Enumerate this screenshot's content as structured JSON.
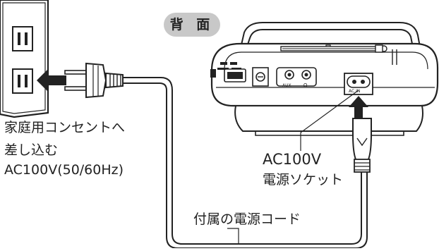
{
  "labels": {
    "back_view": "背 面",
    "outlet_instruction": [
      "家庭用コンセントへ",
      "差し込む",
      "AC100V(50/60Hz)"
    ],
    "power_socket": [
      "AC100V",
      "電源ソケット"
    ],
    "power_cord": "付属の電源コード"
  },
  "unit_jacks": {
    "aux": "AUX",
    "headphone": "Ω",
    "ac_inlet": "AC IN"
  },
  "colors": {
    "line": "#222222",
    "badge": "#c8c8c8",
    "arrow": "#222222",
    "fill": "#ffffff",
    "shade": "#e8e8e8"
  },
  "icons": [
    "wall-outlet",
    "power-plug",
    "insert-arrow-icon",
    "cd-radio-unit",
    "iec-c7-connector",
    "telescopic-antenna"
  ]
}
